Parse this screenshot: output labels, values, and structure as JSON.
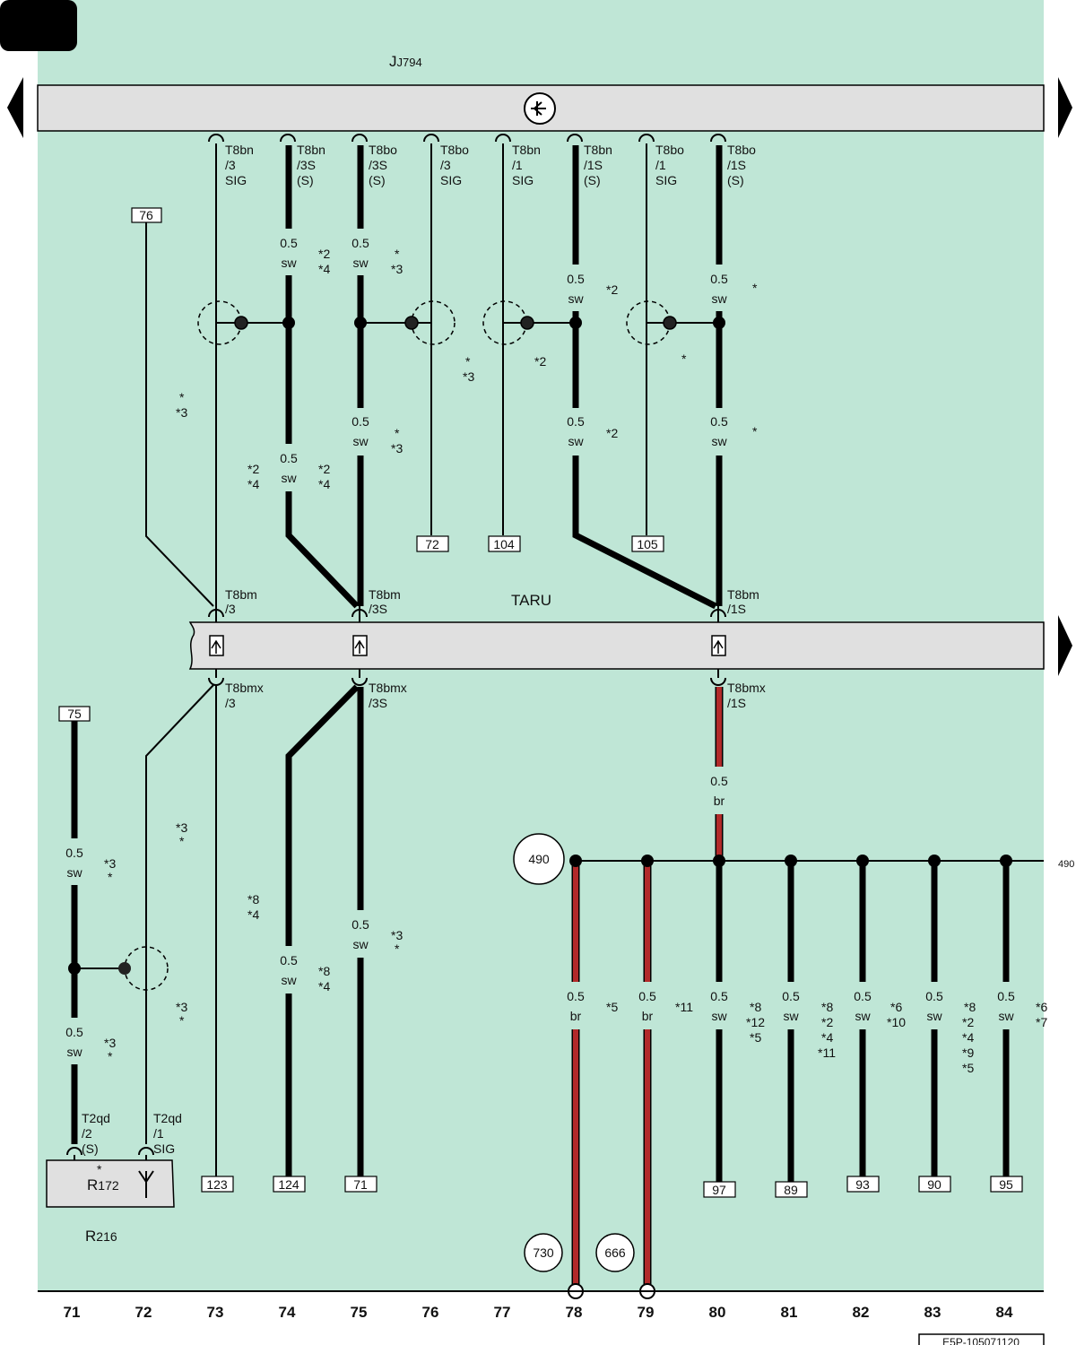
{
  "header": {
    "component_label": "J794",
    "code_box": "E5P-105071120"
  },
  "top_connectors": [
    {
      "lines": [
        "T8bn",
        "/3",
        "SIG"
      ]
    },
    {
      "lines": [
        "T8bn",
        "/3S",
        "(S)"
      ]
    },
    {
      "lines": [
        "T8bo",
        "/3S",
        "(S)"
      ]
    },
    {
      "lines": [
        "T8bo",
        "/3",
        "SIG"
      ]
    },
    {
      "lines": [
        "T8bn",
        "/1",
        "SIG"
      ]
    },
    {
      "lines": [
        "T8bn",
        "/1S",
        "(S)"
      ]
    },
    {
      "lines": [
        "T8bo",
        "/1",
        "SIG"
      ]
    },
    {
      "lines": [
        "T8bo",
        "/1S",
        "(S)"
      ]
    }
  ],
  "taru": {
    "label": "TARU",
    "connectors_top": [
      {
        "lines": [
          "T8bm",
          "/3"
        ]
      },
      {
        "lines": [
          "T8bm",
          "/3S"
        ]
      },
      {
        "lines": [
          "T8bm",
          "/1S"
        ]
      }
    ],
    "connectors_bottom": [
      {
        "lines": [
          "T8bmx",
          "/3"
        ]
      },
      {
        "lines": [
          "T8bmx",
          "/3S"
        ]
      },
      {
        "lines": [
          "T8bmx",
          "/1S"
        ]
      }
    ]
  },
  "ref_boxes": [
    "76",
    "72",
    "104",
    "105",
    "75",
    "123",
    "124",
    "71",
    "97",
    "89",
    "93",
    "90",
    "95"
  ],
  "wire_specs": [
    {
      "size": "0.5",
      "color": "sw"
    },
    {
      "size": "0.5",
      "color": "br"
    }
  ],
  "footnotes": [
    "*",
    "*2",
    "*3",
    "*4",
    "*5",
    "*6",
    "*7",
    "*8",
    "*9",
    "*10",
    "*11",
    "*12"
  ],
  "circles": [
    "490",
    "730",
    "666"
  ],
  "bus_label_right": "490",
  "components": {
    "R172": {
      "letter": "R",
      "sub": "172"
    },
    "R216": {
      "letter": "R",
      "sub": "216"
    },
    "T2qd_2": {
      "lines": [
        "T2qd",
        "/2",
        "(S)"
      ]
    },
    "T2qd_1": {
      "lines": [
        "T2qd",
        "/1",
        "SIG"
      ]
    }
  },
  "columns": [
    "71",
    "72",
    "73",
    "74",
    "75",
    "76",
    "77",
    "78",
    "79",
    "80",
    "81",
    "82",
    "83",
    "84"
  ],
  "colors": {
    "background": "#bfe6d6",
    "bar": "#e0e0e0",
    "wire_black": "#000000",
    "wire_red": "#b22a2a"
  }
}
